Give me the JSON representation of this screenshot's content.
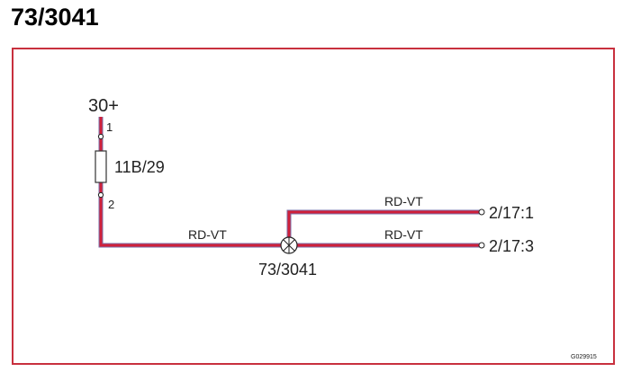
{
  "page": {
    "title": "73/3041"
  },
  "diagram": {
    "supply_label": "30+",
    "fuse": {
      "label": "11B/29",
      "pin_top": "1",
      "pin_bottom": "2"
    },
    "splice": {
      "label": "73/3041"
    },
    "wires": [
      {
        "id": "w-feed",
        "color_code": "RD-VT"
      },
      {
        "id": "w-upper",
        "color_code": "RD-VT"
      },
      {
        "id": "w-lower",
        "color_code": "RD-VT"
      }
    ],
    "connectors": [
      {
        "label": "2/17:1"
      },
      {
        "label": "2/17:3"
      }
    ],
    "image_code": "G029915",
    "colors": {
      "frame": "#c8303e",
      "wire_fill": "#d0203a",
      "wire_stripe": "#7a6fa8"
    }
  }
}
